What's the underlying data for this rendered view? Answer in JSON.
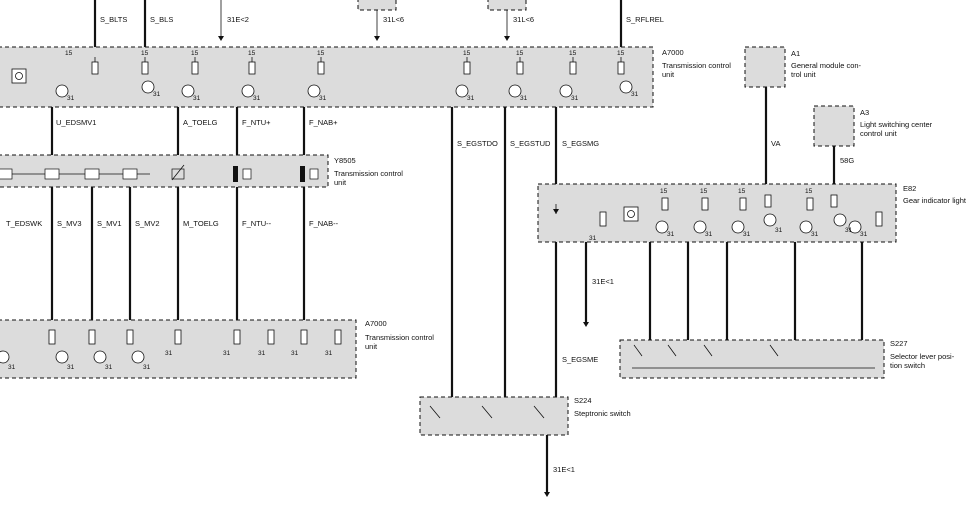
{
  "top_signals": {
    "s_blts": "S_BLTS",
    "s_bls": "S_BLS",
    "ground_31e2": "31E<2",
    "ground_31l6_a": "31L<6",
    "ground_31l6_b": "31L<6",
    "s_rflrel": "S_RFLREL"
  },
  "a7000_top": {
    "id": "A7000",
    "desc1": "Transmission control",
    "desc2": "unit"
  },
  "a1": {
    "id": "A1",
    "desc1": "General module con-",
    "desc2": "trol unit"
  },
  "a3": {
    "id": "A3",
    "desc1": "Light switching center",
    "desc2": "control unit"
  },
  "wires_mid": {
    "u_edsmv1": "U_EDSMV1",
    "a_toelg": "A_TOELG",
    "f_ntu_plus": "F_NTU+",
    "f_nab_plus": "F_NAB+",
    "s_egstdo": "S_EGSTDO",
    "s_egstud": "S_EGSTUD",
    "s_egsmg": "S_EGSMG",
    "va": "VA",
    "g58": "58G"
  },
  "y8505": {
    "id": "Y8505",
    "desc1": "Transmission control",
    "desc2": "unit"
  },
  "e82": {
    "id": "E82",
    "desc1": "Gear indicator light"
  },
  "wires_low": {
    "t_edswk": "T_EDSWK",
    "s_mv3": "S_MV3",
    "s_mv1": "S_MV1",
    "s_mv2": "S_MV2",
    "m_toelg": "M_TOELG",
    "f_ntu_minus": "F_NTU--",
    "f_nab_minus": "F_NAB--",
    "ground_31e1_a": "31E<1",
    "s_egsme": "S_EGSME",
    "ground_31e1_b": "31E<1"
  },
  "a7000_bottom": {
    "id": "A7000",
    "desc1": "Transmission control",
    "desc2": "unit"
  },
  "s227": {
    "id": "S227",
    "desc1": "Selector lever posi-",
    "desc2": "tion switch"
  },
  "s224": {
    "id": "S224",
    "desc1": "Steptronic switch"
  },
  "terminal_15": "15",
  "terminal_31": "31"
}
